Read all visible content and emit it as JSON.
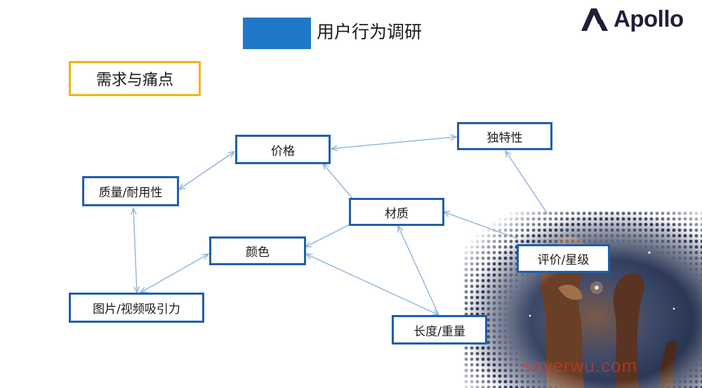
{
  "header": {
    "title": "用户行为调研",
    "accent_color": "#1f78c8"
  },
  "logo": {
    "text": "Apollo",
    "color": "#1f1f3a"
  },
  "section": {
    "label": "需求与痛点",
    "border_color": "#f2b312"
  },
  "diagram": {
    "node_border_color": "#1f5fad",
    "edge_color": "#8fb3da",
    "nodes": {
      "price": "价格",
      "uniqueness": "独特性",
      "quality_durability": "质量/耐用性",
      "material": "材质",
      "color": "颜色",
      "rating_stars": "评价/星级",
      "image_video_appeal": "图片/视频吸引力",
      "length_weight": "长度/重量"
    },
    "edges": [
      [
        "price",
        "uniqueness",
        "both"
      ],
      [
        "price",
        "quality_durability",
        "both"
      ],
      [
        "price",
        "material",
        "to-price"
      ],
      [
        "quality_durability",
        "image_video_appeal",
        "both"
      ],
      [
        "color",
        "image_video_appeal",
        "both"
      ],
      [
        "color",
        "material",
        "to-color"
      ],
      [
        "color",
        "length_weight",
        "both"
      ],
      [
        "material",
        "length_weight",
        "to-material"
      ],
      [
        "rating_stars",
        "material",
        "to-material"
      ],
      [
        "rating_stars",
        "uniqueness",
        "to-uniqueness"
      ]
    ]
  },
  "watermark": {
    "text": "sayerwu.com"
  }
}
